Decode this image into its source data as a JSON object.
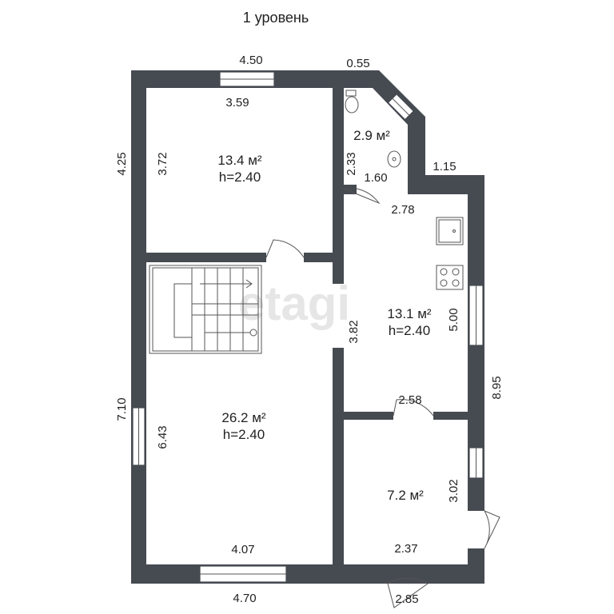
{
  "title": "1 уровень",
  "watermark": "etagi",
  "rooms": [
    {
      "area": "13.4 м²",
      "height": "h=2.40"
    },
    {
      "area": "2.9 м²"
    },
    {
      "area": "13.1 м²",
      "height": "h=2.40"
    },
    {
      "area": "26.2 м²",
      "height": "h=2.40"
    },
    {
      "area": "7.2 м²"
    }
  ],
  "dims": {
    "top_450": "4.50",
    "top_055": "0.55",
    "inner_359": "3.59",
    "left_425": "4.25",
    "inner_372": "3.72",
    "bath_233": "2.33",
    "bath_160": "1.60",
    "step_115": "1.15",
    "kitchen_278": "2.78",
    "hall_382": "3.82",
    "kitchen_500": "5.00",
    "right_895": "8.95",
    "left_710": "7.10",
    "inner_643": "6.43",
    "mid_258": "2.58",
    "small_302": "3.02",
    "bottom_407": "4.07",
    "small_237": "2.37",
    "bottom_470": "4.70",
    "bottom_285": "2.85"
  }
}
